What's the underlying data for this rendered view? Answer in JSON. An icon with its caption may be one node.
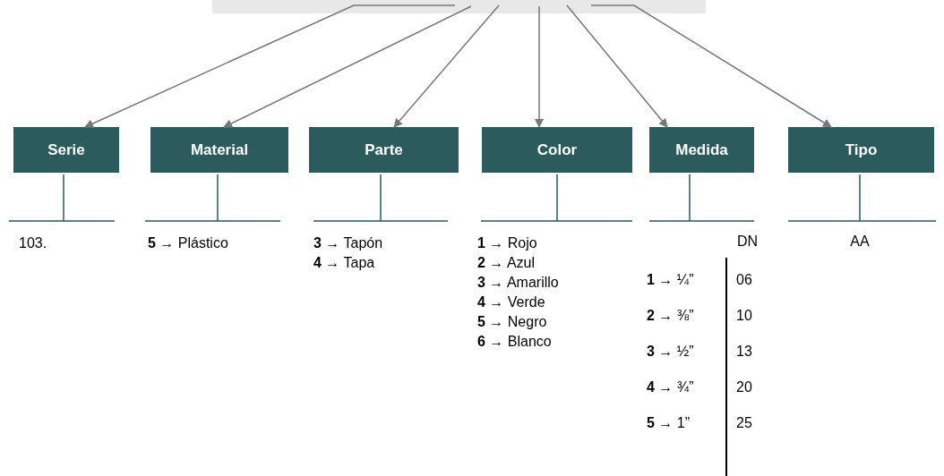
{
  "diagram": {
    "nodes": [
      {
        "text": [],
        "shape": "bar"
      },
      {
        "text": [
          "Serie"
        ]
      },
      {
        "text": [
          "Material"
        ]
      },
      {
        "text": [
          "Parte"
        ]
      },
      {
        "text": [
          "Color"
        ]
      },
      {
        "text": [
          "Medida"
        ]
      },
      {
        "text": [
          "Tipo"
        ]
      }
    ],
    "edges": [
      {
        "from": 0,
        "to": 1,
        "arrow": "to"
      },
      {
        "from": 0,
        "to": 2,
        "arrow": "to"
      },
      {
        "from": 0,
        "to": 3,
        "arrow": "to"
      },
      {
        "from": 0,
        "to": 4,
        "arrow": "to"
      },
      {
        "from": 0,
        "to": 5,
        "arrow": "to"
      },
      {
        "from": 0,
        "to": 6,
        "arrow": "to"
      }
    ],
    "labels": [
      "103.",
      "**5** → Plástico",
      "**3** → Tapón",
      "**4** → Tapa",
      "**1** → Rojo",
      "**2** → Azul",
      "**3** → Amarillo",
      "**4** → Verde",
      "**5** → Negro",
      "**6** → Blanco",
      "DN",
      "**1** → ¼”",
      "06",
      "**2** → ⅜”",
      "10",
      "**3** → ½”",
      "13",
      "**4** → ¾”",
      "20",
      "**5** → 1”",
      "25",
      "AA"
    ]
  }
}
